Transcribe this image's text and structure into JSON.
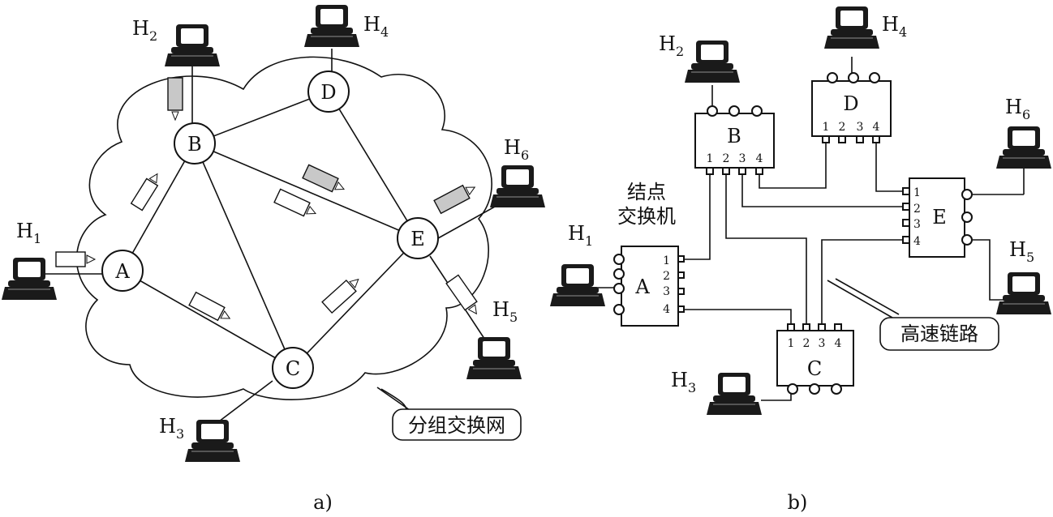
{
  "figure_a": {
    "caption": "a)",
    "network_label": "分组交换网",
    "nodes": [
      "A",
      "B",
      "C",
      "D",
      "E"
    ],
    "hosts": [
      {
        "name": "H",
        "sub": "1"
      },
      {
        "name": "H",
        "sub": "2"
      },
      {
        "name": "H",
        "sub": "3"
      },
      {
        "name": "H",
        "sub": "4"
      },
      {
        "name": "H",
        "sub": "5"
      },
      {
        "name": "H",
        "sub": "6"
      }
    ]
  },
  "figure_b": {
    "caption": "b)",
    "switch_label_line1": "结点",
    "switch_label_line2": "交换机",
    "link_label": "高速链路",
    "nodes": [
      "A",
      "B",
      "C",
      "D",
      "E"
    ],
    "ports": [
      "1",
      "2",
      "3",
      "4"
    ],
    "hosts": [
      {
        "name": "H",
        "sub": "1"
      },
      {
        "name": "H",
        "sub": "2"
      },
      {
        "name": "H",
        "sub": "3"
      },
      {
        "name": "H",
        "sub": "4"
      },
      {
        "name": "H",
        "sub": "5"
      },
      {
        "name": "H",
        "sub": "6"
      }
    ]
  }
}
